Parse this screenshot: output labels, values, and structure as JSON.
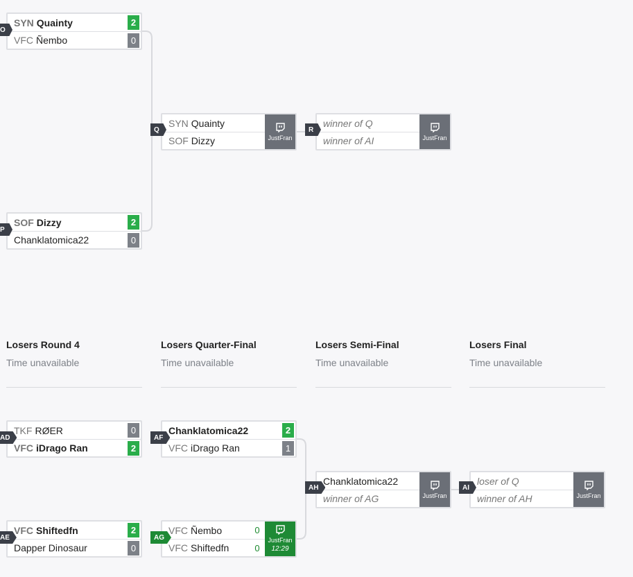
{
  "rounds": [
    {
      "title": "Losers Round 4",
      "time": "Time unavailable"
    },
    {
      "title": "Losers Quarter-Final",
      "time": "Time unavailable"
    },
    {
      "title": "Losers Semi-Final",
      "time": "Time unavailable"
    },
    {
      "title": "Losers Final",
      "time": "Time unavailable"
    }
  ],
  "matches": {
    "O": {
      "id": "O",
      "p1": {
        "tag": "SYN",
        "name": "Quainty",
        "score": "2"
      },
      "p2": {
        "tag": "VFC",
        "name": "Ñembo",
        "score": "0"
      }
    },
    "P": {
      "id": "P",
      "p1": {
        "tag": "SOF",
        "name": "Dizzy",
        "score": "2"
      },
      "p2": {
        "tag": "",
        "name": "Chanklatomica22",
        "score": "0"
      }
    },
    "Q": {
      "id": "Q",
      "p1": {
        "tag": "SYN",
        "name": "Quainty"
      },
      "p2": {
        "tag": "SOF",
        "name": "Dizzy"
      },
      "stream": "JustFran"
    },
    "R": {
      "id": "R",
      "p1": {
        "name": "winner of Q"
      },
      "p2": {
        "name": "winner of AI"
      },
      "stream": "JustFran"
    },
    "AD": {
      "id": "AD",
      "p1": {
        "tag": "TKF",
        "name": "RØER",
        "score": "0"
      },
      "p2": {
        "tag": "VFC",
        "name": "iDrago Ran",
        "score": "2"
      }
    },
    "AE": {
      "id": "AE",
      "p1": {
        "tag": "VFC",
        "name": "Shiftedfn",
        "score": "2"
      },
      "p2": {
        "tag": "",
        "name": "Dapper Dinosaur",
        "score": "0"
      }
    },
    "AF": {
      "id": "AF",
      "p1": {
        "tag": "",
        "name": "Chanklatomica22",
        "score": "2"
      },
      "p2": {
        "tag": "VFC",
        "name": "iDrago Ran",
        "score": "1"
      }
    },
    "AG": {
      "id": "AG",
      "p1": {
        "tag": "VFC",
        "name": "Ñembo",
        "score": "0"
      },
      "p2": {
        "tag": "VFC",
        "name": "Shiftedfn",
        "score": "0"
      },
      "stream": "JustFran",
      "time": "12:29"
    },
    "AH": {
      "id": "AH",
      "p1": {
        "tag": "",
        "name": "Chanklatomica22"
      },
      "p2": {
        "name": "winner of AG"
      },
      "stream": "JustFran"
    },
    "AI": {
      "id": "AI",
      "p1": {
        "name": "loser of Q"
      },
      "p2": {
        "name": "winner of AH"
      },
      "stream": "JustFran"
    }
  },
  "colors": {
    "win": "#2aad4a",
    "loss": "#7d8188",
    "live": "#1e8a35",
    "badge": "#3b3f48",
    "stream": "#6b6f77"
  },
  "icons": {
    "stream": "twitch-icon"
  }
}
